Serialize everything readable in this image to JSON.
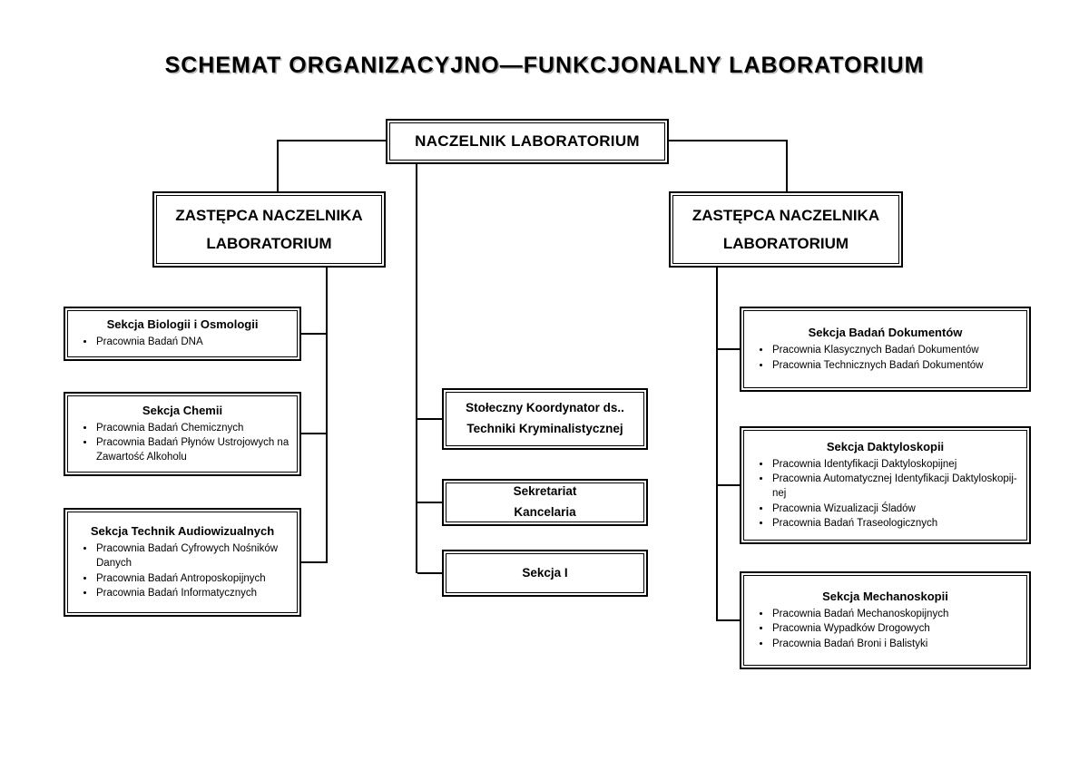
{
  "title": "SCHEMAT ORGANIZACYJNO—FUNKCJONALNY LABORATORIUM",
  "nodes": {
    "naczelnik": {
      "label": "NACZELNIK LABORATORIUM"
    },
    "deputy_left": {
      "lines": [
        "ZASTĘPCA NACZELNIKA",
        "LABORATORIUM"
      ]
    },
    "deputy_right": {
      "lines": [
        "ZASTĘPCA NACZELNIKA",
        "LABORATORIUM"
      ]
    },
    "left_sections": [
      {
        "title": "Sekcja Biologii i Osmologii",
        "items": [
          "Pracownia Badań DNA"
        ]
      },
      {
        "title": "Sekcja Chemii",
        "items": [
          "Pracownia Badań Chemicznych",
          "Pracownia Badań Płynów Ustrojowych na Zawartość Alkoholu"
        ]
      },
      {
        "title": "Sekcja Technik Audiowizualnych",
        "items": [
          "Pracownia Badań Cyfrowych Nośników Danych",
          "Pracownia Badań Antroposkopijnych",
          "Pracownia Badań Informatycznych"
        ]
      }
    ],
    "middle_sections": [
      {
        "lines": [
          "Stołeczny Koordynator ds..",
          "Techniki Kryminalistycznej"
        ]
      },
      {
        "lines": [
          "Sekretariat",
          "Kancelaria"
        ]
      },
      {
        "lines": [
          "Sekcja I"
        ]
      }
    ],
    "right_sections": [
      {
        "title": "Sekcja Badań Dokumentów",
        "items": [
          "Pracownia Klasycznych Badań Dokumentów",
          "Pracownia Technicznych Badań Dokumentów"
        ]
      },
      {
        "title": "Sekcja Daktyloskopii",
        "items": [
          "Pracownia Identyfikacji Daktyloskopijnej",
          "Pracownia Automatycznej Identyfikacji Daktyloskopij-nej",
          "Pracownia Wizualizacji Śladów",
          "Pracownia Badań Traseologicznych"
        ]
      },
      {
        "title": "Sekcja Mechanoskopii",
        "items": [
          "Pracownia Badań Mechanoskopijnych",
          "Pracownia Wypadków Drogowych",
          "Pracownia Badań Broni i Balistyki"
        ]
      }
    ]
  }
}
